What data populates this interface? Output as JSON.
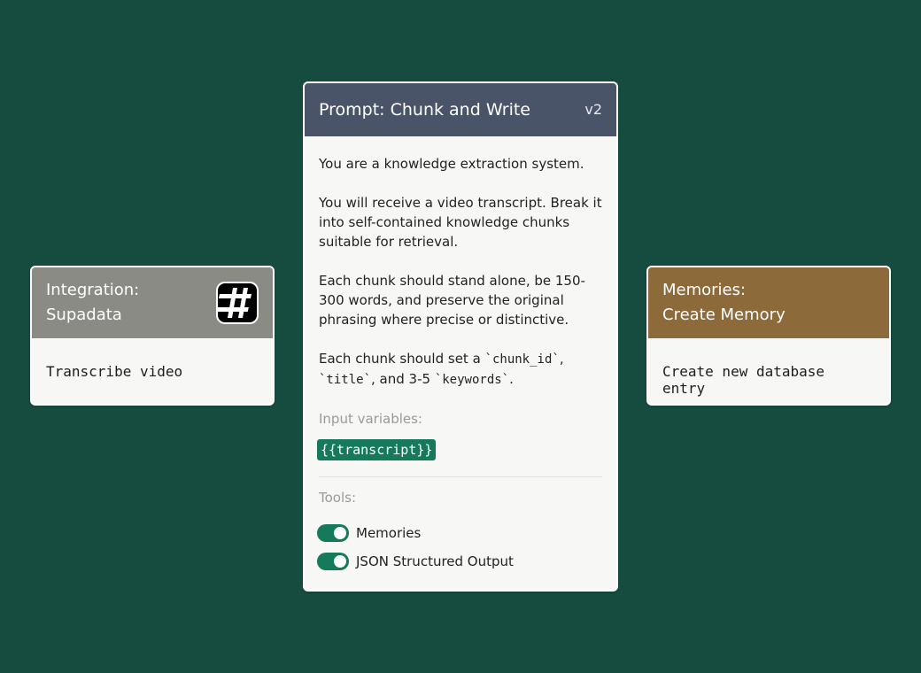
{
  "colors": {
    "background": "#164b3f",
    "integration_header": "#8b8b85",
    "prompt_header": "#4a5468",
    "memories_header": "#8c6a3a",
    "accent_green": "#157a5c"
  },
  "integration_card": {
    "title_line1": "Integration:",
    "title_line2": "Supadata",
    "logo_icon": "supadata-logo-icon",
    "body": "Transcribe video"
  },
  "prompt_card": {
    "title": "Prompt: Chunk and Write",
    "version": "v2",
    "paragraph1": "You are a knowledge extraction system.",
    "paragraph2": "You will receive a video transcript. Break it into self-contained knowledge chunks suitable for retrieval.",
    "paragraph3": "Each chunk should stand alone, be 150-300 words, and preserve the original phrasing where precise or distinctive.",
    "paragraph4_prefix": "Each chunk should set a ",
    "code_chunk_id": "`chunk_id`",
    "paragraph4_sep1": ", ",
    "code_title": "`title`",
    "paragraph4_sep2": ", and 3-5 ",
    "code_keywords": "`keywords`",
    "paragraph4_suffix": ".",
    "input_variables_label": "Input variables:",
    "input_variable": "{{transcript}}",
    "tools_label": "Tools:",
    "tools": [
      {
        "label": "Memories",
        "enabled": true
      },
      {
        "label": "JSON Structured Output",
        "enabled": true
      }
    ]
  },
  "memories_card": {
    "title_line1": "Memories:",
    "title_line2": "Create Memory",
    "body": "Create new database entry"
  }
}
